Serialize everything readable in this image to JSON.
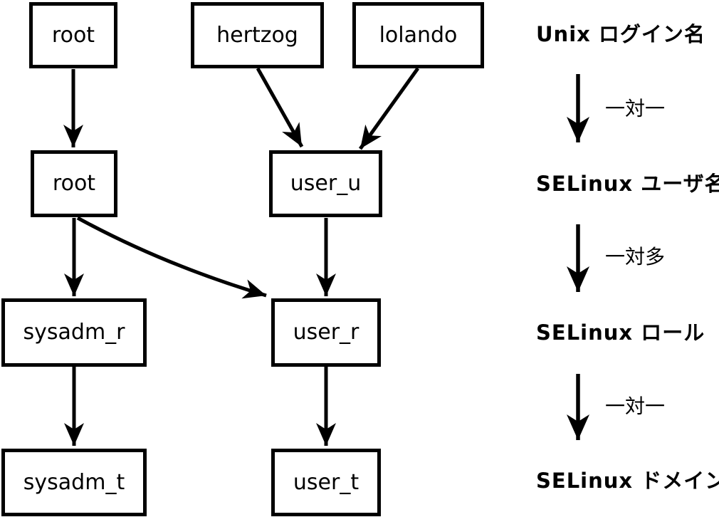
{
  "diagram": {
    "description_colors": {
      "ink": "#000000",
      "paper": "#ffffff"
    },
    "nodes": {
      "unix_root": {
        "label": "root"
      },
      "hertzog": {
        "label": "hertzog"
      },
      "lolando": {
        "label": "lolando"
      },
      "selinux_root": {
        "label": "root"
      },
      "user_u": {
        "label": "user_u"
      },
      "sysadm_r": {
        "label": "sysadm_r"
      },
      "user_r": {
        "label": "user_r"
      },
      "sysadm_t": {
        "label": "sysadm_t"
      },
      "user_t": {
        "label": "user_t"
      }
    },
    "edges": [
      {
        "from": "unix_root",
        "to": "selinux_root"
      },
      {
        "from": "hertzog",
        "to": "user_u"
      },
      {
        "from": "lolando",
        "to": "user_u"
      },
      {
        "from": "selinux_root",
        "to": "sysadm_r"
      },
      {
        "from": "selinux_root",
        "to": "user_r"
      },
      {
        "from": "user_u",
        "to": "user_r"
      },
      {
        "from": "sysadm_r",
        "to": "sysadm_t"
      },
      {
        "from": "user_r",
        "to": "user_t"
      }
    ],
    "legend": {
      "levels": [
        {
          "label": "Unix ログイン名"
        },
        {
          "label": "SELinux ユーザ名"
        },
        {
          "label": "SELinux ロール"
        },
        {
          "label": "SELinux ドメイン"
        }
      ],
      "relations": [
        {
          "label": "一対一"
        },
        {
          "label": "一対多"
        },
        {
          "label": "一対一"
        }
      ]
    }
  }
}
